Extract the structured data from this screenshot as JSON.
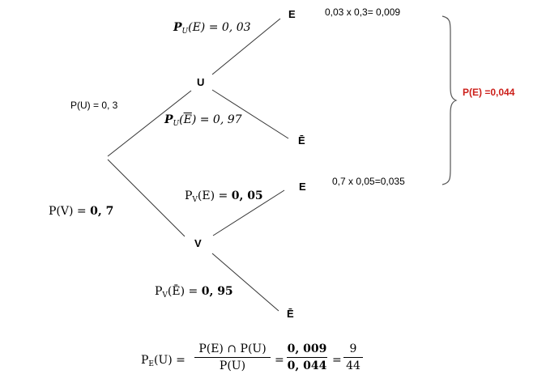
{
  "tree": {
    "root": {},
    "nodes": {
      "u": "U",
      "v": "V",
      "u_e": "E",
      "u_ebar": "Ē",
      "v_e": "E",
      "v_ebar": "Ē"
    },
    "branch_labels": {
      "p_u": "P(U) = 0, 3",
      "p_v": {
        "prefix": "P(V) = ",
        "value": "0, 7"
      },
      "pu_e": {
        "p": "P",
        "sub": "U",
        "arg": "(E) = 0, 03"
      },
      "pu_ebar": {
        "p": "P",
        "sub": "U",
        "arg_open": "(",
        "arg_bar": "E",
        "arg_close": ") = 0, 97"
      },
      "pv_e": {
        "p": "P",
        "sub": "V",
        "arg": "(E) = ",
        "value": "0, 05"
      },
      "pv_ebar": {
        "p": "P",
        "sub": "V",
        "arg": "(Ē) = ",
        "value": "0, 95"
      }
    },
    "products": {
      "u_e": "0,03 x 0,3= 0,009",
      "v_e": "0,7 x 0,05=0,035"
    },
    "total": {
      "label": "P(E) =0,044",
      "color": "#cc1f1a"
    }
  },
  "formula": {
    "lhs_p": "P",
    "lhs_sub": "E",
    "lhs_arg": "(U) =",
    "frac1_num": "P(E) ∩ P(U)",
    "frac1_den": "P(U)",
    "eq1": "=",
    "frac2_num": "0, 009",
    "frac2_den": "0, 044",
    "eq2": "=",
    "frac3_num": "9",
    "frac3_den": "44"
  }
}
